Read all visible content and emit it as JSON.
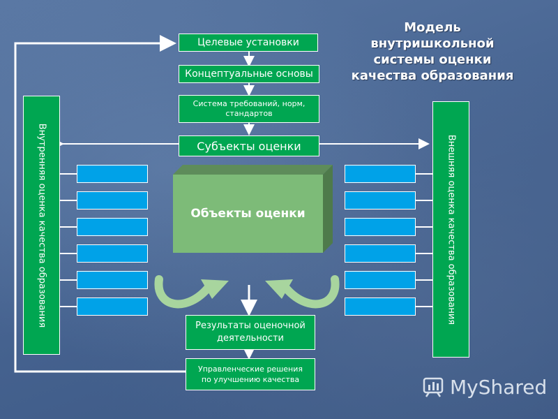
{
  "title": [
    "Модель",
    "внутришкольной",
    "системы оценки",
    "качества образования"
  ],
  "center": {
    "goals": "Целевые установки",
    "concepts": "Концептуальные основы",
    "requirements": [
      "Система требований, норм,",
      "стандартов"
    ],
    "subjects": "Субъекты оценки",
    "objects": "Объекты оценки",
    "results": [
      "Результаты оценочной",
      "деятельности"
    ],
    "decisions": [
      "Управленческие решения",
      "по улучшению качества"
    ]
  },
  "left_panel": "Внутренняя оценка качества образования",
  "right_panel": "Внешняя оценка качества образования",
  "watermark": "MyShared",
  "colors": {
    "box_green": "#00a651",
    "cube_front": "#7dbb78",
    "cube_top": "#5e8c5a",
    "cube_side": "#4e7a4b",
    "blue_box": "#00a2e8",
    "line": "#ffffff",
    "curved_arrow": "#a8d59e"
  },
  "icons": [
    "arrow-icon",
    "curved-arrow-icon",
    "myshared-logo-icon"
  ]
}
